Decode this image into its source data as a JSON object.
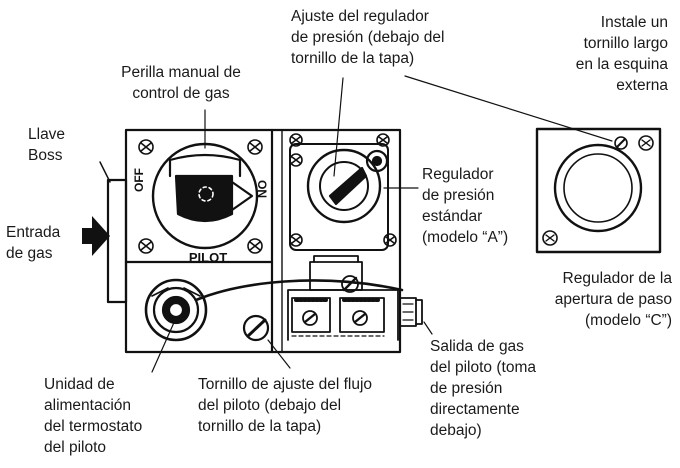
{
  "labels": {
    "ajuste_regulador": [
      "Ajuste del regulador",
      "de presión (debajo del",
      "tornillo de la tapa)"
    ],
    "instale_tornillo": [
      "Instale un",
      "tornillo largo",
      "en la esquina",
      "externa"
    ],
    "perilla": [
      "Perilla manual de",
      "control de gas"
    ],
    "llave_boss": [
      "Llave",
      "Boss"
    ],
    "entrada_gas": [
      "Entrada",
      "de gas"
    ],
    "regulador_estandar": [
      "Regulador",
      "de presión",
      "estándar",
      "(modelo “A”)"
    ],
    "regulador_apertura": [
      "Regulador de la",
      "apertura de paso",
      "(modelo “C”)"
    ],
    "salida_gas": [
      "Salida de gas",
      "del piloto (toma",
      "de presión",
      "directamente",
      "debajo)"
    ],
    "unidad_alimentacion": [
      "Unidad de",
      "alimentación",
      "del termostato",
      "del piloto"
    ],
    "tornillo_ajuste_flujo": [
      "Tornillo de ajuste del flujo",
      "del piloto (debajo del",
      "tornillo de la tapa)"
    ]
  },
  "device_text": {
    "off": "OFF",
    "on": "ON",
    "pilot": "PILOT"
  }
}
